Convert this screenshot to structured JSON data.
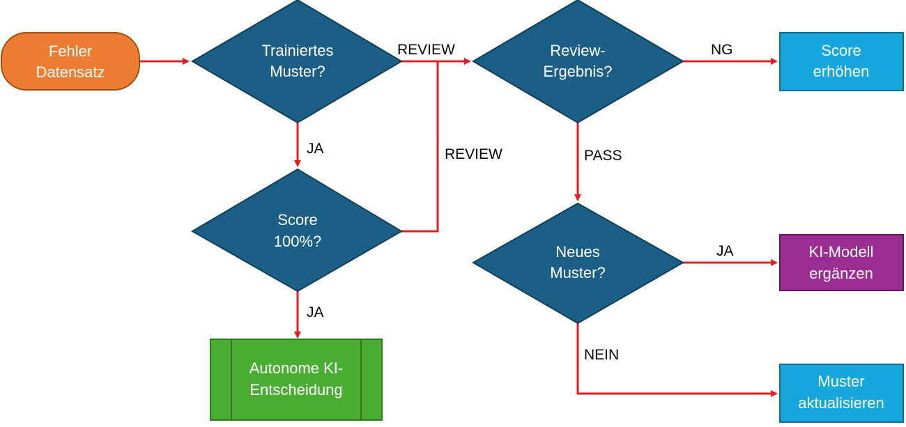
{
  "colors": {
    "start": "#ED7D31",
    "start_stroke": "#A14E12",
    "decision": "#1B5E86",
    "decision_stroke": "#0F3E5A",
    "process_blue": "#16A8DC",
    "process_blue_stroke": "#0E6F93",
    "process_purple": "#9B2C91",
    "process_purple_stroke": "#5F1A59",
    "process_green": "#4BAE35",
    "process_green_stroke": "#2E7A1E",
    "edge": "#E02020",
    "edge_label": "#000000"
  },
  "nodes": {
    "start": {
      "lines": [
        "Fehler",
        "Datensatz"
      ]
    },
    "trained_pattern": {
      "lines": [
        "Trainiertes",
        "Muster?"
      ]
    },
    "review_result": {
      "lines": [
        "Review-",
        "Ergebnis?"
      ]
    },
    "score_raise": {
      "lines": [
        "Score",
        "erhöhen"
      ]
    },
    "score_100": {
      "lines": [
        "Score",
        "100%?"
      ]
    },
    "new_pattern": {
      "lines": [
        "Neues",
        "Muster?"
      ]
    },
    "ki_model": {
      "lines": [
        "KI-Modell",
        "ergänzen"
      ]
    },
    "autonomous": {
      "lines": [
        "Autonome KI-",
        "Entscheidung"
      ]
    },
    "update_pattern": {
      "lines": [
        "Muster",
        "aktualisieren"
      ]
    }
  },
  "edges": {
    "trained_to_review": "REVIEW",
    "review_to_raise": "NG",
    "trained_to_score": "JA",
    "score_to_review": "REVIEW",
    "review_to_new": "PASS",
    "new_to_model": "JA",
    "score_to_autonomous": "JA",
    "new_to_update": "NEIN"
  }
}
